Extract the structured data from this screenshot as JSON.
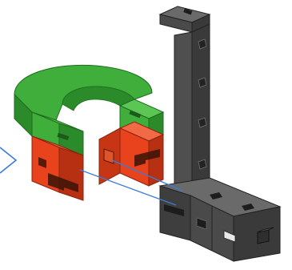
{
  "diagram": {
    "parts": [
      {
        "name": "green-ring-segment",
        "color": "#3fae3a"
      },
      {
        "name": "red-block-left",
        "color": "#e8431c"
      },
      {
        "name": "red-block-right",
        "color": "#e8431c"
      },
      {
        "name": "gray-tower",
        "color": "#4a4a4a"
      },
      {
        "name": "gray-base-block",
        "color": "#3e3e3e"
      }
    ],
    "colors": {
      "green": "#3fae3a",
      "green_dark": "#2b8a2a",
      "green_light": "#5cc654",
      "red": "#e8431c",
      "red_dark": "#b83012",
      "gray": "#4a4a4a",
      "gray_dark": "#2f2f2f",
      "gray_light": "#6a6a6a",
      "guide_line": "#3a7bd5"
    },
    "pointer_icon": "chevron-right-icon"
  }
}
